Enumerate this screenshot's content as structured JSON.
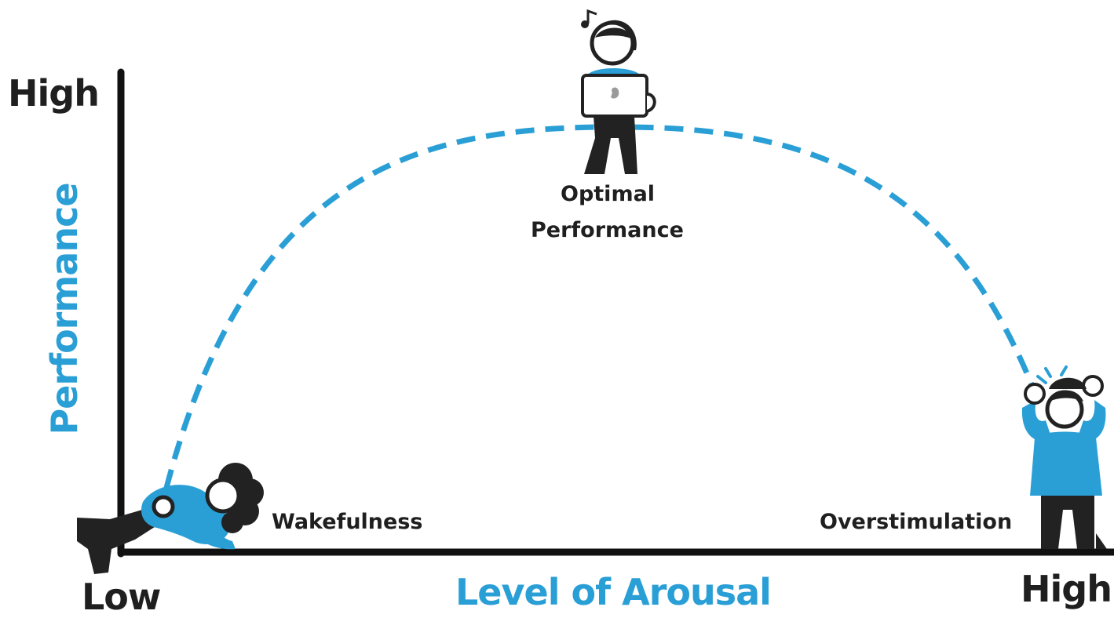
{
  "y_axis": {
    "title": "Performance",
    "high_label": "High"
  },
  "x_axis": {
    "title": "Level of Arousal",
    "low_label": "Low",
    "high_label": "High"
  },
  "stages": {
    "low": "Wakefulness",
    "peak_line1": "Optimal",
    "peak_line2": "Performance",
    "high": "Overstimulation"
  },
  "colors": {
    "accent": "#2a9fd6",
    "ink": "#222222",
    "text": "#1f1f1f"
  },
  "icons": {
    "low": "lying-person-icon",
    "peak": "person-with-laptop-icon",
    "high": "stressed-person-icon",
    "note": "music-note-icon"
  }
}
